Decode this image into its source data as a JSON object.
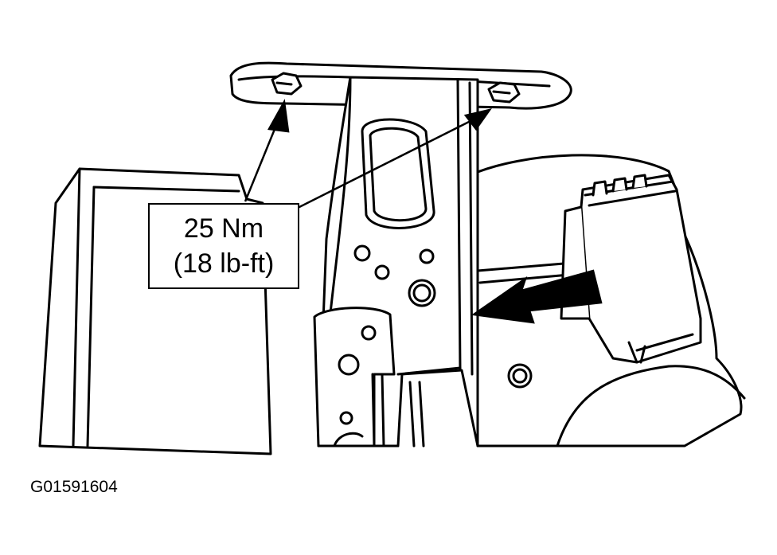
{
  "callout": {
    "line1": "25 Nm",
    "line2": "(18 lb-ft)"
  },
  "figure_id": "G01591604",
  "colors": {
    "ink": "#000000",
    "paper": "#ffffff"
  }
}
